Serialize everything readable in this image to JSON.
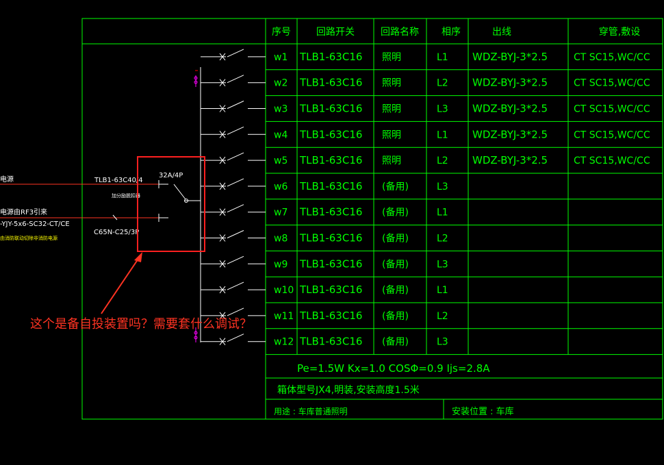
{
  "headers": {
    "seq": "序号",
    "breaker": "回路开关",
    "name": "回路名称",
    "phase": "相序",
    "cable": "出线",
    "conduit": "穿管,敷设"
  },
  "rows": [
    {
      "id": "w1",
      "breaker": "TLB1-63C16",
      "name": "照明",
      "phase": "L1",
      "cable": "WDZ-BYJ-3*2.5",
      "conduit": "CT SC15,WC/CC"
    },
    {
      "id": "w2",
      "breaker": "TLB1-63C16",
      "name": "照明",
      "phase": "L2",
      "cable": "WDZ-BYJ-3*2.5",
      "conduit": "CT SC15,WC/CC"
    },
    {
      "id": "w3",
      "breaker": "TLB1-63C16",
      "name": "照明",
      "phase": "L3",
      "cable": "WDZ-BYJ-3*2.5",
      "conduit": "CT SC15,WC/CC"
    },
    {
      "id": "w4",
      "breaker": "TLB1-63C16",
      "name": "照明",
      "phase": "L1",
      "cable": "WDZ-BYJ-3*2.5",
      "conduit": "CT SC15,WC/CC"
    },
    {
      "id": "w5",
      "breaker": "TLB1-63C16",
      "name": "照明",
      "phase": "L2",
      "cable": "WDZ-BYJ-3*2.5",
      "conduit": "CT SC15,WC/CC"
    },
    {
      "id": "w6",
      "breaker": "TLB1-63C16",
      "name": "(备用)",
      "phase": "L3",
      "cable": "",
      "conduit": ""
    },
    {
      "id": "w7",
      "breaker": "TLB1-63C16",
      "name": "(备用)",
      "phase": "L1",
      "cable": "",
      "conduit": ""
    },
    {
      "id": "w8",
      "breaker": "TLB1-63C16",
      "name": "(备用)",
      "phase": "L2",
      "cable": "",
      "conduit": ""
    },
    {
      "id": "w9",
      "breaker": "TLB1-63C16",
      "name": "(备用)",
      "phase": "L3",
      "cable": "",
      "conduit": ""
    },
    {
      "id": "w10",
      "breaker": "TLB1-63C16",
      "name": "(备用)",
      "phase": "L1",
      "cable": "",
      "conduit": ""
    },
    {
      "id": "w11",
      "breaker": "TLB1-63C16",
      "name": "(备用)",
      "phase": "L2",
      "cable": "",
      "conduit": ""
    },
    {
      "id": "w12",
      "breaker": "TLB1-63C16",
      "name": "(备用)",
      "phase": "L3",
      "cable": "",
      "conduit": ""
    }
  ],
  "summary": "Pe=1.5W   Kx=1.0   COSΦ=0.9   Ijs=2.8A",
  "box_spec": "箱体型号JX4,明装,安装高度1.5米",
  "usage": "用途 : 车库普通照明",
  "location": "安装位置 : 车库",
  "incoming": {
    "line1_label": "电源",
    "breaker1": "TLB1-63C40/4",
    "ats_rating": "32A/4P",
    "ats_small": "加分励脱扣器",
    "line2_label": "电源由RF3引来",
    "cable2": "-YJY-5x6-SC32-CT/CE",
    "note2": "由消防联动切除非消防电源",
    "breaker2": "C65N-C25/3P"
  },
  "annotation": "这个是备自投装置吗？需要套什么调试？",
  "colors": {
    "line": "#00ff00",
    "text": "#00ff00",
    "white": "#ffffff",
    "red": "#ff3322",
    "yellow": "#ffff00",
    "magenta": "#ff00ff",
    "background": "#000000"
  }
}
